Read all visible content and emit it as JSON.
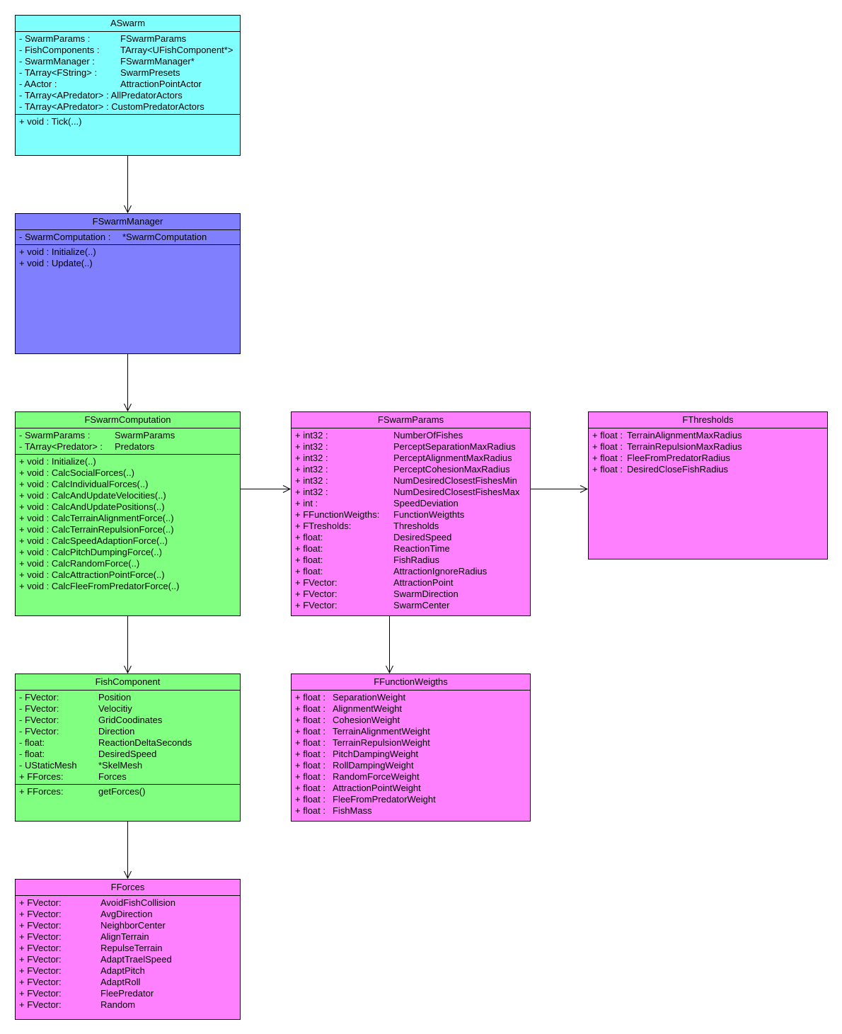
{
  "colors": {
    "cyan": "#80ffff",
    "blue": "#8080ff",
    "green": "#80ff80",
    "magenta": "#ff80ff"
  },
  "aswarm": {
    "title": "ASwarm",
    "attrs": [
      [
        "- SwarmParams :",
        "FSwarmParams"
      ],
      [
        "- FishComponents :",
        "TArray<UFishComponent*>"
      ],
      [
        "- SwarmManager :",
        "FSwarmManager*"
      ],
      [
        "- TArray<FString> :",
        "SwarmPresets"
      ],
      [
        "- AActor :",
        "AttractionPointActor"
      ],
      [
        "- TArray<APredator> : AllPredatorActors",
        ""
      ],
      [
        "- TArray<APredator> : CustomPredatorActors",
        ""
      ]
    ],
    "methods": [
      [
        "+ void : Tick(...)",
        ""
      ]
    ]
  },
  "manager": {
    "title": "FSwarmManager",
    "attrs": [
      [
        "- SwarmComputation :",
        "*SwarmComputation"
      ]
    ],
    "methods": [
      [
        "+ void : Initialize(..)",
        ""
      ],
      [
        "+ void : Update(..)",
        ""
      ]
    ]
  },
  "computation": {
    "title": "FSwarmComputation",
    "attrs": [
      [
        "- SwarmParams :",
        "SwarmParams"
      ],
      [
        "- TArray<Predator> :",
        "Predators"
      ]
    ],
    "methods": [
      [
        "+ void : Initialize(..)",
        ""
      ],
      [
        "+ void : CalcSocialForces(..)",
        ""
      ],
      [
        "+ void : CalcIndividualForces(..)",
        ""
      ],
      [
        "+ void : CalcAndUpdateVelocities(..)",
        ""
      ],
      [
        "+ void : CalcAndUpdatePositions(..)",
        ""
      ],
      [
        "+ void : CalcTerrainAlignmentForce(..)",
        ""
      ],
      [
        "+ void : CalcTerrainRepulsionForce(..)",
        ""
      ],
      [
        "+ void : CalcSpeedAdaptionForce(..)",
        ""
      ],
      [
        "+ void : CalcPitchDumpingForce(..)",
        ""
      ],
      [
        "+ void : CalcRandomForce(..)",
        ""
      ],
      [
        "+ void : CalcAttractionPointForce(..)",
        ""
      ],
      [
        "+ void : CalcFleeFromPredatorForce(..)",
        ""
      ]
    ]
  },
  "params": {
    "title": "FSwarmParams",
    "attrs": [
      [
        "+ int32 :",
        "NumberOfFishes"
      ],
      [
        "+ int32 :",
        "PerceptSeparationMaxRadius"
      ],
      [
        "+ int32 :",
        "PerceptAlignmentMaxRadius"
      ],
      [
        "+ int32 :",
        "PerceptCohesionMaxRadius"
      ],
      [
        "+ int32 :",
        "NumDesiredClosestFishesMin"
      ],
      [
        "+ int32 :",
        "NumDesiredClosestFishesMax"
      ],
      [
        "+ int :",
        "SpeedDeviation"
      ],
      [
        "+ FFunctionWeigths:",
        "FunctionWeigthts"
      ],
      [
        "+ FTresholds:",
        "Thresholds"
      ],
      [
        "+ float:",
        "DesiredSpeed"
      ],
      [
        "+ float:",
        "ReactionTime"
      ],
      [
        "+ float:",
        "FishRadius"
      ],
      [
        "+ float:",
        "AttractionIgnoreRadius"
      ],
      [
        "+ FVector:",
        "AttractionPoint"
      ],
      [
        "+ FVector:",
        "SwarmDirection"
      ],
      [
        "+ FVector:",
        "SwarmCenter"
      ]
    ]
  },
  "thresholds": {
    "title": "FThresholds",
    "attrs": [
      [
        "+ float :",
        "TerrainAlignmentMaxRadius"
      ],
      [
        "+ float :",
        "TerrainRepulsionMaxRadius"
      ],
      [
        "+ float :",
        "FleeFromPredatorRadius"
      ],
      [
        "+ float :",
        "DesiredCloseFishRadius"
      ]
    ]
  },
  "fish": {
    "title": "FishComponent",
    "attrs": [
      [
        "- FVector:",
        "Position"
      ],
      [
        "- FVector:",
        "Velocitiy"
      ],
      [
        "- FVector:",
        "GridCoodinates"
      ],
      [
        "- FVector:",
        "Direction"
      ],
      [
        "- float:",
        "ReactionDeltaSeconds"
      ],
      [
        "- float:",
        "DesiredSpeed"
      ],
      [
        "- UStaticMesh",
        "*SkelMesh"
      ],
      [
        "+ FForces:",
        "Forces"
      ]
    ],
    "methods": [
      [
        "+ FForces:",
        "getForces()"
      ]
    ]
  },
  "weights": {
    "title": "FFunctionWeigths",
    "attrs": [
      [
        "+ float :",
        "SeparationWeight"
      ],
      [
        "+ float :",
        "AlignmentWeight"
      ],
      [
        "+ float :",
        "CohesionWeight"
      ],
      [
        "+ float :",
        "TerrainAlignmentWeight"
      ],
      [
        "+ float :",
        "TerrainRepulsionWeight"
      ],
      [
        "+ float :",
        "PitchDampingWeight"
      ],
      [
        "+ float :",
        "RollDampingWeight"
      ],
      [
        "+ float :",
        "RandomForceWeight"
      ],
      [
        "+ float :",
        "AttractionPointWeight"
      ],
      [
        "+ float :",
        "FleeFromPredatorWeight"
      ],
      [
        "+ float :",
        "FishMass"
      ]
    ]
  },
  "forces": {
    "title": "FForces",
    "attrs": [
      [
        "+ FVector:",
        "AvoidFishCollision"
      ],
      [
        "+ FVector:",
        "AvgDirection"
      ],
      [
        "+ FVector:",
        "NeighborCenter"
      ],
      [
        "+ FVector:",
        "AlignTerrain"
      ],
      [
        "+ FVector:",
        "RepulseTerrain"
      ],
      [
        "+ FVector:",
        "AdaptTraelSpeed"
      ],
      [
        "+ FVector:",
        "AdaptPitch"
      ],
      [
        "+ FVector:",
        "AdaptRoll"
      ],
      [
        "+ FVector:",
        "FleePredator"
      ],
      [
        "+ FVector:",
        "Random"
      ]
    ]
  }
}
